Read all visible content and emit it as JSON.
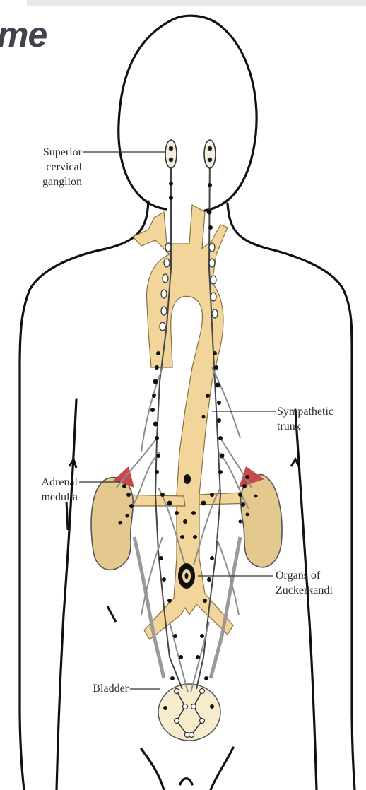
{
  "heading_fragment": "me",
  "labels": {
    "superior_cervical_ganglion": [
      "Superior",
      "cervical",
      "ganglion"
    ],
    "sympathetic_trunk": [
      "Sympathetic",
      "trunk"
    ],
    "adrenal_medulla": [
      "Adrenal",
      "medulla"
    ],
    "organs_of_zuckerkandl": [
      "Organs of",
      "Zuckerkandl"
    ],
    "bladder": "Bladder"
  },
  "colors": {
    "outline": "#111111",
    "vessel_fill": "#f2d59a",
    "kidney_fill": "#e3c98d",
    "adrenal_red": "#c8474a",
    "ganglion_fill": "#111111",
    "heading": "#45404e"
  }
}
